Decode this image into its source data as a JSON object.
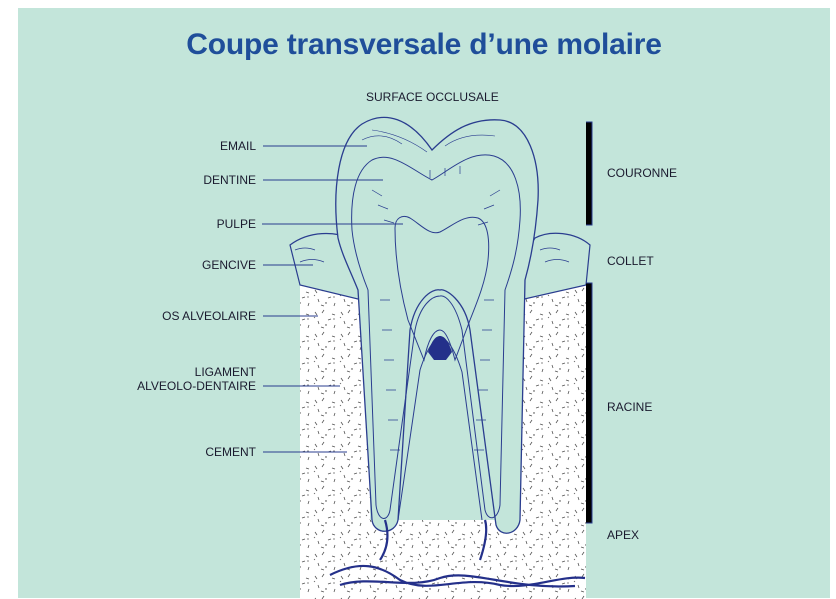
{
  "title": "Coupe transversale d’une molaire",
  "colors": {
    "background": "#c3e5da",
    "title": "#1f4e9a",
    "line": "#2a3d8f"
  },
  "labels": {
    "surface_occlusale": "SURFACE OCCLUSALE",
    "email": "EMAIL",
    "dentine": "DENTINE",
    "pulpe": "PULPE",
    "gencive": "GENCIVE",
    "os_alveolaire": "OS ALVEOLAIRE",
    "ligament_line1": "LIGAMENT",
    "ligament_line2": "ALVEOLO-DENTAIRE",
    "cement": "CEMENT",
    "couronne": "COURONNE",
    "collet": "COLLET",
    "racine": "RACINE",
    "apex": "APEX"
  }
}
